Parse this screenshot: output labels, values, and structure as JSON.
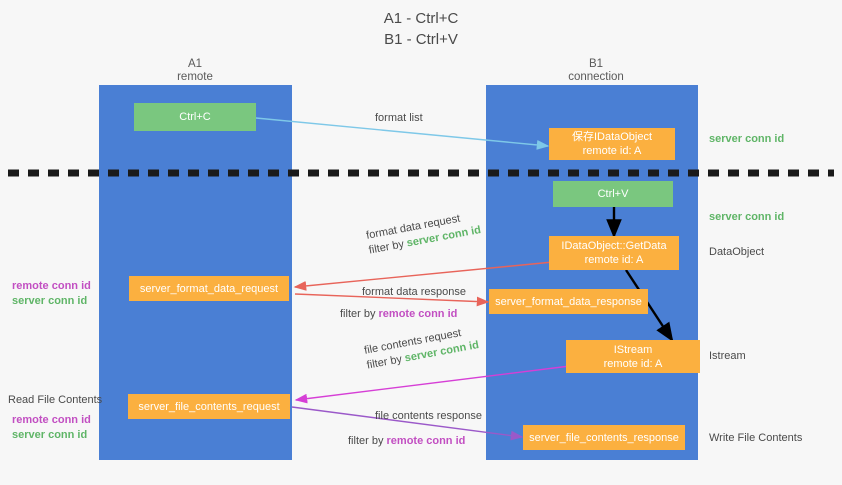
{
  "title": {
    "line1": "A1 - Ctrl+C",
    "line2": "B1 - Ctrl+V"
  },
  "lanes": [
    {
      "name": "A1",
      "sub": "remote"
    },
    {
      "name": "B1",
      "sub": "connection"
    }
  ],
  "nodes": {
    "ctrl_c": {
      "label": "Ctrl+C"
    },
    "save_idataobject": {
      "line1": "保存IDataObject",
      "line2": "remote id: A"
    },
    "ctrl_v": {
      "label": "Ctrl+V"
    },
    "getdata": {
      "line1": "IDataObject::GetData",
      "line2": "remote id: A"
    },
    "istream": {
      "line1": "IStream",
      "line2": "remote id: A"
    },
    "server_format_data_request": {
      "label": "server_format_data_request"
    },
    "server_format_data_response": {
      "label": "server_format_data_response"
    },
    "server_file_contents_request": {
      "label": "server_file_contents_request"
    },
    "server_file_contents_response": {
      "label": "server_file_contents_response"
    }
  },
  "edges": {
    "format_list": {
      "label": "format list"
    },
    "format_data_request": {
      "line1": "format data request",
      "filter_prefix": "filter by ",
      "filter_value": "server conn id"
    },
    "format_data_response": {
      "line1": "format data response",
      "filter_prefix": "filter by ",
      "filter_value": "remote conn id"
    },
    "file_contents_request": {
      "line1": "file contents request",
      "filter_prefix": "filter by ",
      "filter_value": "server conn id"
    },
    "file_contents_response": {
      "line1": "file contents response",
      "filter_prefix": "filter by ",
      "filter_value": "remote conn id"
    }
  },
  "right_notes": {
    "server_conn_id_top": "server conn id",
    "server_conn_id_mid": "server conn id",
    "data_object": "DataObject",
    "istream": "Istream",
    "write_file_contents": "Write File Contents"
  },
  "left_notes": {
    "remote_conn_id_1": "remote conn id",
    "server_conn_id_1": "server conn id",
    "read_file_contents": "Read File Contents",
    "remote_conn_id_2": "remote conn id",
    "server_conn_id_2": "server conn id"
  },
  "colors": {
    "lane": "#4a7fd4",
    "green_node": "#7ac77f",
    "orange_node": "#fbb040",
    "green_text": "#5fb567",
    "purple_text": "#c24fc2",
    "arrow_blue": "#7ec8e8",
    "arrow_red": "#e8645a",
    "arrow_magenta": "#d63fd6",
    "arrow_purple": "#9b59c9",
    "arrow_black": "#000000",
    "divider": "#1a1a1a",
    "background": "#f7f7f7"
  }
}
